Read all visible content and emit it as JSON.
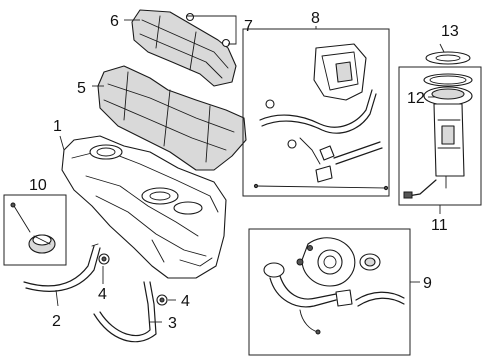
{
  "diagram": {
    "callouts": [
      {
        "id": "c1",
        "text": "1"
      },
      {
        "id": "c2",
        "text": "2"
      },
      {
        "id": "c3",
        "text": "3"
      },
      {
        "id": "c4a",
        "text": "4"
      },
      {
        "id": "c4b",
        "text": "4"
      },
      {
        "id": "c5",
        "text": "5"
      },
      {
        "id": "c6",
        "text": "6"
      },
      {
        "id": "c7",
        "text": "7"
      },
      {
        "id": "c8",
        "text": "8"
      },
      {
        "id": "c9",
        "text": "9"
      },
      {
        "id": "c10",
        "text": "10"
      },
      {
        "id": "c11",
        "text": "11"
      },
      {
        "id": "c12",
        "text": "12"
      },
      {
        "id": "c13",
        "text": "13"
      }
    ],
    "colors": {
      "line": "#1a1a1a",
      "shade": "#d9d9d9",
      "background": "#ffffff"
    }
  }
}
